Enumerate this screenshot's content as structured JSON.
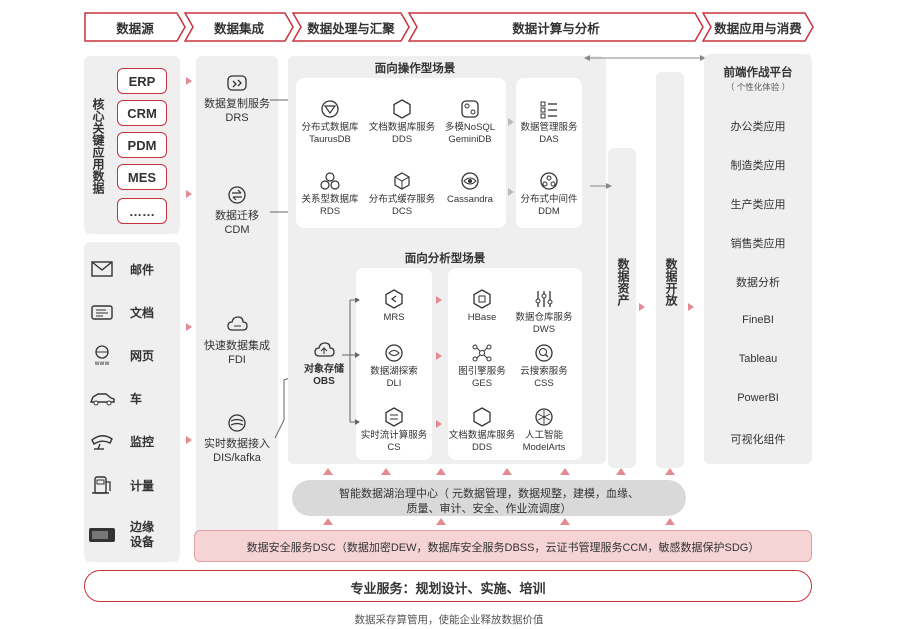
{
  "stages": [
    "数据源",
    "数据集成",
    "数据处理与汇聚",
    "数据计算与分析",
    "数据应用与消费"
  ],
  "core_label": "核心关键应用数据",
  "core_apps": [
    "ERP",
    "CRM",
    "PDM",
    "MES",
    "……"
  ],
  "other_sources": [
    "邮件",
    "文档",
    "网页",
    "车",
    "监控",
    "计量",
    "边缘设备"
  ],
  "integration": [
    {
      "name": "数据复制服务",
      "code": "DRS"
    },
    {
      "name": "数据迁移",
      "code": "CDM"
    },
    {
      "name": "快速数据集成",
      "code": "FDI"
    },
    {
      "name": "实时数据接入",
      "code": "DIS/kafka"
    }
  ],
  "ops": {
    "title": "面向操作型场景",
    "services": [
      {
        "name": "分布式数据库",
        "code": "TaurusDB"
      },
      {
        "name": "文档数据库服务",
        "code": "DDS"
      },
      {
        "name": "多模NoSQL",
        "code": "GeminiDB"
      },
      {
        "name": "关系型数据库",
        "code": "RDS"
      },
      {
        "name": "分布式缓存服务",
        "code": "DCS"
      },
      {
        "name": "",
        "code": "Cassandra"
      }
    ],
    "side": [
      {
        "name": "数据管理服务",
        "code": "DAS"
      },
      {
        "name": "分布式中间件",
        "code": "DDM"
      }
    ]
  },
  "analytics": {
    "title": "面向分析型场景",
    "storage": {
      "name": "对象存储",
      "code": "OBS"
    },
    "left": [
      {
        "name": "",
        "code": "MRS"
      },
      {
        "name": "数据湖探索",
        "code": "DLI"
      },
      {
        "name": "实时流计算服务",
        "code": "CS"
      }
    ],
    "right": [
      {
        "name": "",
        "code": "HBase"
      },
      {
        "name": "数据仓库服务",
        "code": "DWS"
      },
      {
        "name": "图引擎服务",
        "code": "GES"
      },
      {
        "name": "云搜索服务",
        "code": "CSS"
      },
      {
        "name": "文档数据库服务",
        "code": "DDS"
      },
      {
        "name": "人工智能",
        "code": "ModelArts"
      }
    ]
  },
  "data_assets": "数据资产",
  "data_open": "数据开放",
  "frontend": {
    "title": "前端作战平台",
    "subtitle": "（ 个性化体验 ）",
    "items": [
      "办公类应用",
      "制造类应用",
      "生产类应用",
      "销售类应用",
      "数据分析",
      "FineBI",
      "Tableau",
      "PowerBI",
      "可视化组件"
    ]
  },
  "governance": {
    "line1": "智能数据湖治理中心（ 元数据管理，数据规整，建模，血缘、",
    "line2": "质量、审计、安全、作业流调度）"
  },
  "security": "数据安全服务DSC（数据加密DEW，数据库安全服务DBSS，云证书管理服务CCM，敏感数据保护SDG）",
  "professional": "专业服务：规划设计、实施、培训",
  "caption": "数据采存算管用，使能企业释放数据价值",
  "colors": {
    "accent": "#c8323d",
    "panel": "#efefef",
    "arrow": "#e38b92"
  }
}
